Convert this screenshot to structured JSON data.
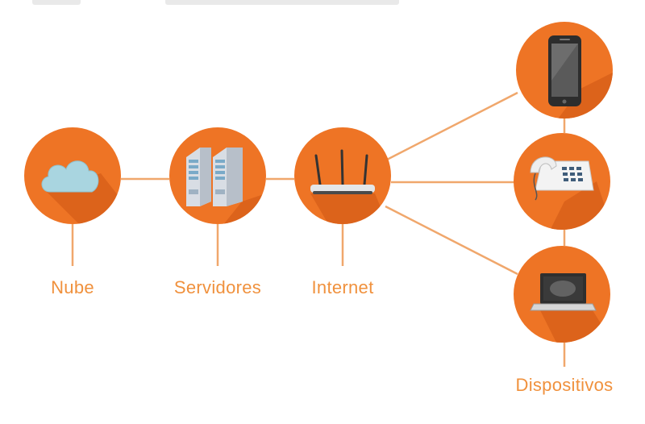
{
  "colors": {
    "accent": "#ee7425",
    "line": "#f0a76c",
    "label": "#f0913d",
    "shadow": "#c85a14"
  },
  "nodes": [
    {
      "id": "nube",
      "label": "Nube",
      "icon": "cloud-icon"
    },
    {
      "id": "servidores",
      "label": "Servidores",
      "icon": "servers-icon"
    },
    {
      "id": "internet",
      "label": "Internet",
      "icon": "router-icon"
    }
  ],
  "devices": {
    "label": "Dispositivos",
    "items": [
      {
        "id": "smartphone",
        "icon": "smartphone-icon"
      },
      {
        "id": "telephone",
        "icon": "telephone-icon"
      },
      {
        "id": "laptop",
        "icon": "laptop-icon"
      }
    ]
  }
}
